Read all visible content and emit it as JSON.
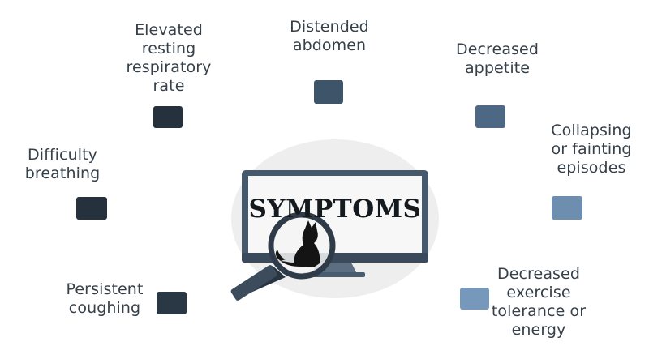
{
  "center": {
    "title": "SYMPTOMS"
  },
  "colors": {
    "text": "#36404a",
    "chip_darkest": "#25313c",
    "chip_dark": "#2a3845",
    "chip_mid_dark": "#3d5469",
    "chip_mid": "#4d6884",
    "chip_light": "#6e8eb0",
    "chip_lightest": "#7699bb",
    "monitor_frame": "#46586c",
    "monitor_screen": "#f7f7f7",
    "glow": "#eeeeee"
  },
  "symptoms": [
    {
      "id": "elevated-resting-respiratory-rate",
      "label": "Elevated\nresting\nrespiratory\nrate",
      "chip": "chip_darkest"
    },
    {
      "id": "distended-abdomen",
      "label": "Distended\nabdomen",
      "chip": "chip_mid_dark"
    },
    {
      "id": "decreased-appetite",
      "label": "Decreased\nappetite",
      "chip": "chip_mid"
    },
    {
      "id": "collapsing-or-fainting",
      "label": "Collapsing\nor fainting\nepisodes",
      "chip": "chip_light"
    },
    {
      "id": "difficulty-breathing",
      "label": "Difficulty\nbreathing",
      "chip": "chip_darkest"
    },
    {
      "id": "persistent-coughing",
      "label": "Persistent\ncoughing",
      "chip": "chip_dark"
    },
    {
      "id": "decreased-exercise-tolerance",
      "label": "Decreased\nexercise\ntolerance or\nenergy",
      "chip": "chip_lightest"
    }
  ]
}
